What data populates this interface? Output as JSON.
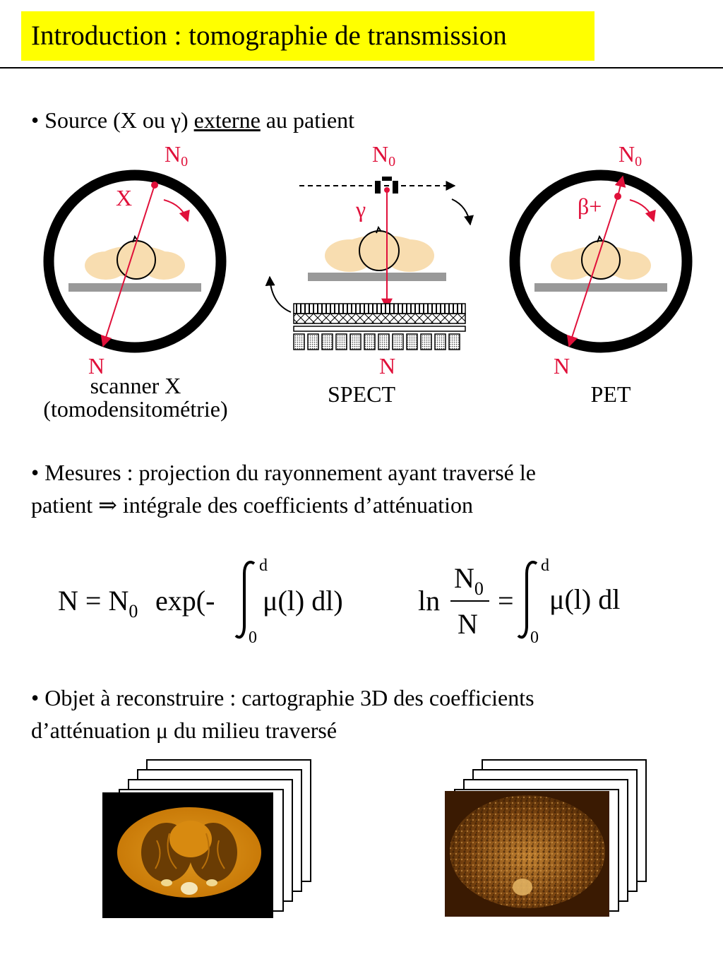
{
  "title": "Introduction : tomographie de transmission",
  "bullet1": {
    "prefix": "• Source (X ou ",
    "gamma": "γ",
    "mid": ") ",
    "underlined": "externe",
    "suffix": " au patient"
  },
  "diagrams": {
    "scanner": {
      "top_label": "N",
      "top_sub": "0",
      "source_label": "X",
      "bottom_label": "N",
      "caption_line1": "scanner X",
      "caption_line2": "(tomodensitométrie)"
    },
    "spect": {
      "top_label": "N",
      "top_sub": "0",
      "source_label": "γ",
      "bottom_label": "N",
      "caption": "SPECT"
    },
    "pet": {
      "top_label": "N",
      "top_sub": "0",
      "source_label": "β+",
      "bottom_label": "N",
      "caption": "PET"
    }
  },
  "bullet2": {
    "line1": "• Mesures : projection du rayonnement ayant traversé le",
    "line2": "patient ⇒ intégrale des coefficients d’atténuation"
  },
  "equation1": {
    "lhs": "N = N",
    "sub": "0",
    "mid": "exp(-",
    "integrand": "μ(l) dl)",
    "upper": "d",
    "lower": "0"
  },
  "equation2": {
    "ln": "ln",
    "num": "N",
    "num_sub": "0",
    "den": "N",
    "eq": "=",
    "integrand": "μ(l) dl",
    "upper": "d",
    "lower": "0"
  },
  "bullet3": {
    "line1": "• Objet à reconstruire : cartographie 3D des coefficients",
    "line2": "d’atténuation μ du milieu traversé"
  },
  "colors": {
    "title_bg": "#ffff00",
    "accent_red": "#e0103a",
    "skin": "#f8ddb0",
    "table_gray": "#999999",
    "ct_orange": "#d98a10",
    "pet_brown": "#8a4a10"
  }
}
